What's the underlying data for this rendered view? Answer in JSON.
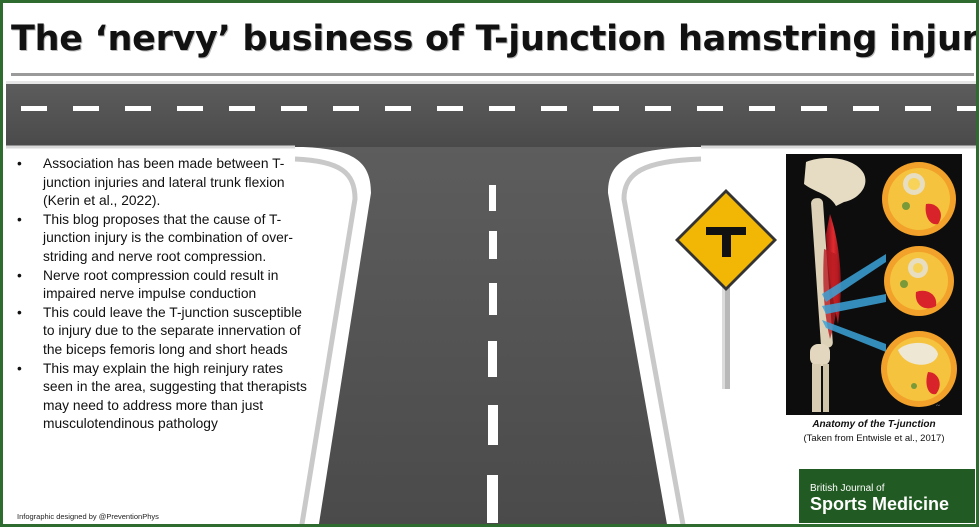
{
  "title": "The ‘nervy’ business of T-junction hamstring injuries",
  "bullets": [
    "Association has been made between T-junction injuries and lateral trunk flexion (Kerin et al., 2022).",
    "This blog proposes that the cause of T-junction injury is the combination of over-striding and nerve root compression.",
    "Nerve root compression could result in impaired nerve impulse conduction",
    "This could leave the T-junction susceptible to injury due to the separate innervation of the biceps femoris long and short heads",
    "This may explain the high reinjury rates seen in the area, suggesting that therapists may need to address more than just musculotendinous pathology"
  ],
  "figure": {
    "caption_title": "Anatomy of the T-junction",
    "caption_source": "(Taken from Entwisle et al., 2017)"
  },
  "journal": {
    "line1": "British Journal of",
    "line2": "Sports Medicine"
  },
  "credit": "Infographic designed by @PreventionPhys",
  "colors": {
    "frame": "#2e6b2e",
    "road": "#555555",
    "sign": "#f2b705",
    "journal_bg": "#215a22",
    "muscle": "#d8232a"
  }
}
